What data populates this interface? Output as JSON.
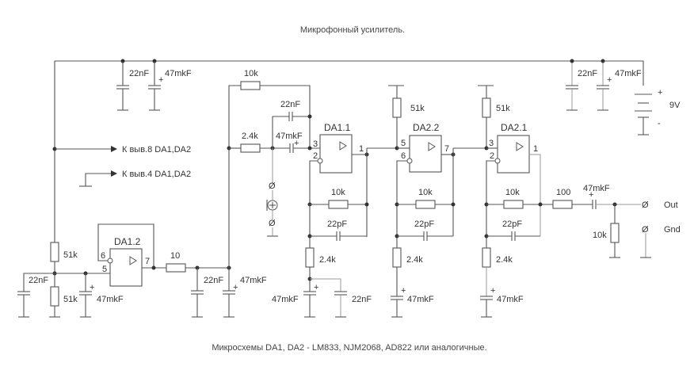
{
  "title": "Микрофонный усилитель.",
  "footer": "Микросхемы DA1, DA2 - LM833, NJM2068, AD822 или аналогичные.",
  "power": {
    "cap_22n": "22nF",
    "cap_47u": "47mkF",
    "cap_22n_right": "22nF",
    "cap_47u_right": "47mkF",
    "battery": "9V",
    "plus": "+",
    "minus": "-"
  },
  "notes": {
    "pin8": "К выв.8 DA1,DA2",
    "pin4": "К выв.4 DA1,DA2"
  },
  "bias": {
    "r_top": "51k",
    "r_bottom": "51k",
    "cap_22n": "22nF",
    "cap_47u": "47mkF",
    "opamp": "DA1.2",
    "pin6": "6",
    "pin5": "5",
    "pin7": "7",
    "r_series": "10",
    "cap_22n_out": "22nF",
    "cap_47u_out": "47mkF"
  },
  "input": {
    "r_feedback": "10k",
    "cap_22n": "22nF",
    "r_in": "2.4k",
    "cap_47u": "47mkF"
  },
  "stages": [
    {
      "opamp": "DA1.1",
      "pin_plus": "3",
      "pin_minus": "2",
      "pin_out": "1",
      "r_fb": "10k",
      "c_fb": "22pF",
      "r_gnd": "2.4k",
      "c_gnd": "47mkF",
      "c_gnd2": "22nF"
    },
    {
      "opamp": "DA2.2",
      "pin_plus": "5",
      "pin_minus": "6",
      "pin_out": "7",
      "r_bias": "51k",
      "r_fb": "10k",
      "c_fb": "22pF",
      "r_gnd": "2.4k",
      "c_gnd": "47mkF"
    },
    {
      "opamp": "DA2.1",
      "pin_plus": "3",
      "pin_minus": "2",
      "pin_out": "1",
      "r_bias": "51k",
      "r_fb": "10k",
      "c_fb": "22pF",
      "r_gnd": "2.4k",
      "c_gnd": "47mkF"
    }
  ],
  "output": {
    "r_series": "100",
    "c_out": "47mkF",
    "r_load": "10k",
    "out_label": "Out",
    "gnd_label": "Gnd",
    "terminal_glyph": "Ø"
  }
}
